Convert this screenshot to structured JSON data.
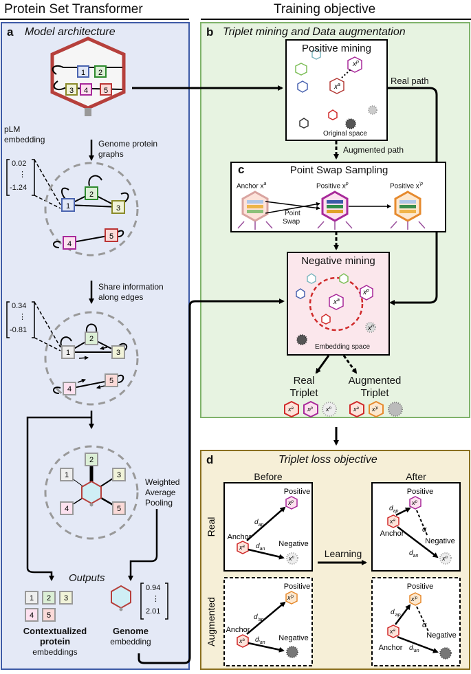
{
  "left_header": "Protein Set Transformer",
  "right_header": "Training objective",
  "panel_a": {
    "letter": "a",
    "title": "Model architecture",
    "pLM_label": [
      "pLM",
      "embedding"
    ],
    "vec1": [
      "0.02",
      "⋮",
      "-1.24"
    ],
    "step1": [
      "Genome protein",
      "graphs"
    ],
    "vec2": [
      "0.34",
      "⋮",
      "-0.81"
    ],
    "step2": [
      "Share information",
      "along edges"
    ],
    "pool": [
      "Weighted",
      "Average",
      "Pooling"
    ],
    "outputs": "Outputs",
    "protein_emb": [
      "Contextualized",
      "protein",
      "embeddings"
    ],
    "genome_emb": [
      "Genome",
      "embedding"
    ],
    "vec3": [
      "0.94",
      "⋮",
      "2.01"
    ],
    "nodes": [
      "1",
      "2",
      "3",
      "4",
      "5"
    ]
  },
  "panel_b": {
    "letter": "b",
    "title": "Triplet mining and Data augmentation",
    "positive_mining": "Positive mining",
    "original_space": "Original space",
    "real_path": "Real path",
    "augmented_path": "Augmented path",
    "negative_mining": "Negative mining",
    "embedding_space": "Embedding space",
    "real_triplet": [
      "Real",
      "Triplet"
    ],
    "aug_triplet": [
      "Augmented",
      "Triplet"
    ]
  },
  "panel_c": {
    "letter": "c",
    "title": "Point Swap Sampling",
    "anchor": "Anchor x",
    "positive": "Positive x",
    "positive2": "Positive x",
    "swap": [
      "Point",
      "Swap"
    ]
  },
  "panel_d": {
    "letter": "d",
    "title": "Triplet loss objective",
    "before": "Before",
    "after": "After",
    "real": "Real",
    "augmented": "Augmented",
    "learning": "Learning",
    "positive": "Positive",
    "negative": "Negative",
    "anchor": "Anchor",
    "d_ap": "d",
    "d_an": "d",
    "alpha": "α"
  },
  "colors": {
    "panel_a_bg": "#e4e9f6",
    "panel_a_border": "#3d5aa6",
    "panel_b_bg": "#e7f3e1",
    "panel_b_border": "#7fb26a",
    "panel_d_bg": "#f6efd7",
    "panel_d_border": "#8a6f1f",
    "neg_bg": "#fbe7ec"
  }
}
